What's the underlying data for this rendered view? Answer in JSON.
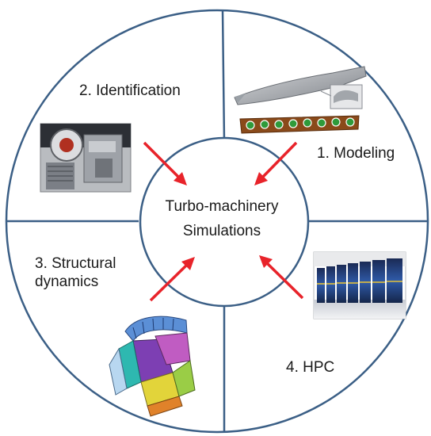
{
  "center": {
    "line1": "Turbo-machinery",
    "line2": "Simulations"
  },
  "quadrants": [
    {
      "key": "modeling",
      "label": "1. Modeling",
      "image": "blade-and-cross-section-icon"
    },
    {
      "key": "identification",
      "label": "2. Identification",
      "image": "test-rig-photo-icon"
    },
    {
      "key": "structural",
      "label_line1": "3. Structural",
      "label_line2": "dynamics",
      "image": "rotor-mesh-model-icon"
    },
    {
      "key": "hpc",
      "label": "4. HPC",
      "image": "supercomputer-cluster-icon"
    }
  ],
  "colors": {
    "ring": "#3b5f86",
    "arrow": "#e8232a",
    "text": "#1a1a1a"
  }
}
